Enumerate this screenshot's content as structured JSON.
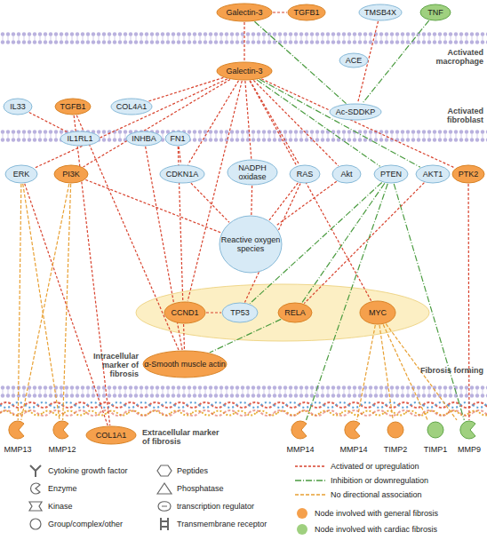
{
  "diagram": {
    "nodes": [
      {
        "text": [
          "Galectin-3"
        ]
      },
      {
        "text": [
          "TGFB1"
        ]
      },
      {
        "text": [
          "TMSB4X"
        ]
      },
      {
        "text": [
          "TNF"
        ]
      },
      {
        "text": [
          "ACE"
        ]
      },
      {
        "text": [
          "Galectin-3"
        ]
      },
      {
        "text": [
          "IL33"
        ]
      },
      {
        "text": [
          "TGFB1"
        ]
      },
      {
        "text": [
          "COL4A1"
        ]
      },
      {
        "text": [
          "Ac-SDDKP"
        ]
      },
      {
        "text": [
          "IL1RL1"
        ]
      },
      {
        "text": [
          "INHBA"
        ]
      },
      {
        "text": [
          "FN1"
        ]
      },
      {
        "text": [
          "ERK"
        ]
      },
      {
        "text": [
          "PI3K"
        ]
      },
      {
        "text": [
          "CDKN1A"
        ]
      },
      {
        "text": [
          "NADPH oxidase"
        ]
      },
      {
        "text": [
          "RAS"
        ]
      },
      {
        "text": [
          "Akt"
        ]
      },
      {
        "text": [
          "PTEN"
        ]
      },
      {
        "text": [
          "AKT1"
        ]
      },
      {
        "text": [
          "PTK2"
        ]
      },
      {
        "text": [
          "Reactive oxygen species"
        ]
      },
      {
        "text": [
          "CCND1"
        ]
      },
      {
        "text": [
          "TP53"
        ]
      },
      {
        "text": [
          "RELA"
        ]
      },
      {
        "text": [
          "MYC"
        ]
      },
      {
        "text": [
          "α-Smooth muscle actin"
        ]
      },
      {
        "text": [
          "COL1A1"
        ]
      },
      {
        "text": [
          "MMP13"
        ]
      },
      {
        "text": [
          "MMP12"
        ]
      },
      {
        "text": [
          "MMP14"
        ]
      },
      {
        "text": [
          "MMP14"
        ]
      },
      {
        "text": [
          "TIMP2"
        ]
      },
      {
        "text": [
          "TIMP1"
        ]
      },
      {
        "text": [
          "MMP9"
        ]
      }
    ],
    "edges": [
      {
        "from": 0,
        "to": 1,
        "arrow": "none"
      },
      {
        "from": 0,
        "to": 5,
        "arrow": "none"
      },
      {
        "from": 0,
        "to": 9,
        "arrow": "none"
      },
      {
        "from": 2,
        "to": 9,
        "arrow": "none"
      },
      {
        "from": 3,
        "to": 9,
        "arrow": "none"
      },
      {
        "from": 5,
        "to": 8,
        "arrow": "none"
      },
      {
        "from": 5,
        "to": 13,
        "arrow": "none"
      },
      {
        "from": 5,
        "to": 14,
        "arrow": "none"
      },
      {
        "from": 5,
        "to": 15,
        "arrow": "none"
      },
      {
        "from": 5,
        "to": 16,
        "arrow": "none"
      },
      {
        "from": 5,
        "to": 17,
        "arrow": "none"
      },
      {
        "from": 5,
        "to": 18,
        "arrow": "none"
      },
      {
        "from": 5,
        "to": 19,
        "arrow": "none"
      },
      {
        "from": 5,
        "to": 20,
        "arrow": "none"
      },
      {
        "from": 5,
        "to": 21,
        "arrow": "none"
      },
      {
        "from": 5,
        "to": 23,
        "arrow": "none"
      },
      {
        "from": 5,
        "to": 26,
        "arrow": "none"
      },
      {
        "from": 6,
        "to": 10,
        "arrow": "none"
      },
      {
        "from": 7,
        "to": 27,
        "arrow": "none"
      },
      {
        "from": 7,
        "to": 28,
        "arrow": "none"
      },
      {
        "from": 11,
        "to": 27,
        "arrow": "none"
      },
      {
        "from": 12,
        "to": 15,
        "arrow": "none"
      },
      {
        "from": 12,
        "to": 27,
        "arrow": "none"
      },
      {
        "from": 14,
        "to": 22,
        "arrow": "none"
      },
      {
        "from": 15,
        "to": 22,
        "arrow": "none"
      },
      {
        "from": 16,
        "to": 22,
        "arrow": "none"
      },
      {
        "from": 17,
        "to": 22,
        "arrow": "none"
      },
      {
        "from": 18,
        "to": 22,
        "arrow": "none"
      },
      {
        "from": 17,
        "to": 24,
        "arrow": "none"
      },
      {
        "from": 19,
        "to": 24,
        "arrow": "none"
      },
      {
        "from": 19,
        "to": 25,
        "arrow": "none"
      },
      {
        "from": 19,
        "to": 31,
        "arrow": "none"
      },
      {
        "from": 19,
        "to": 35,
        "arrow": "none"
      },
      {
        "from": 20,
        "to": 25,
        "arrow": "none"
      },
      {
        "from": 23,
        "to": 24,
        "arrow": "none"
      },
      {
        "from": 25,
        "to": 27,
        "arrow": "none"
      },
      {
        "from": 13,
        "to": 28,
        "arrow": "none"
      },
      {
        "from": 13,
        "to": 29,
        "arrow": "none"
      },
      {
        "from": 13,
        "to": 30,
        "arrow": "none"
      },
      {
        "from": 14,
        "to": 29,
        "arrow": "none"
      },
      {
        "from": 14,
        "to": 30,
        "arrow": "none"
      },
      {
        "from": 26,
        "to": 32,
        "arrow": "none"
      },
      {
        "from": 26,
        "to": 33,
        "arrow": "none"
      },
      {
        "from": 26,
        "to": 34,
        "arrow": "none"
      },
      {
        "from": 26,
        "to": 35,
        "arrow": "none"
      },
      {
        "from": 21,
        "to": 35,
        "arrow": "none"
      }
    ],
    "labels": [
      "Activated macrophage",
      "Activated fibroblast",
      "Intracellular marker of fibrosis",
      "Fibrosis forming",
      "Extracellular marker of fibrosis"
    ],
    "legend": [
      {
        "text": "Cytokine growth factor"
      },
      {
        "text": "Enzyme"
      },
      {
        "text": "Kinase"
      },
      {
        "text": "Group/complex/other"
      },
      {
        "text": "Peptides"
      },
      {
        "text": "Phosphatase"
      },
      {
        "text": "transcription regulator"
      },
      {
        "text": "Transmembrane receptor"
      },
      {
        "text": "Activated or upregulation"
      },
      {
        "text": "Inhibition or downregulation"
      },
      {
        "text": "No directional association"
      },
      {
        "text": "Node involved with general fibrosis",
        "color": "#f5a04c"
      },
      {
        "text": "Node involved with cardiac fibrosis",
        "color": "#9fd07f"
      }
    ]
  }
}
